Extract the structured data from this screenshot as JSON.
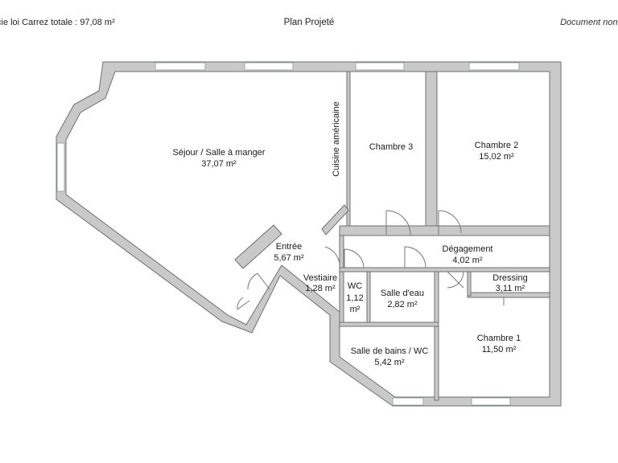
{
  "header": {
    "surface_total": "cie loi Carrez totale :  97,08 m²",
    "title": "Plan Projeté",
    "disclaimer": "Document non cor"
  },
  "rooms": [
    {
      "name": "Séjour / Salle à manger",
      "area": "37,07 m²"
    },
    {
      "name": "Cuisine américaine"
    },
    {
      "name": "Chambre 3"
    },
    {
      "name": "Chambre 2",
      "area": "15,02 m²"
    },
    {
      "name": "Entrée",
      "area": "5,67 m²"
    },
    {
      "name": "Dégagement",
      "area": "4,02 m²"
    },
    {
      "name": "Vestiaire",
      "area": "1,28 m²"
    },
    {
      "name": "WC",
      "area_lines": [
        "1,12",
        "m²"
      ]
    },
    {
      "name": "Salle d'eau",
      "area": "2,82 m²"
    },
    {
      "name": "Dressing",
      "area": "3,11 m²"
    },
    {
      "name": "Chambre 1",
      "area": "11,50 m²"
    },
    {
      "name": "Salle de bains / WC",
      "area": "5,42 m²"
    }
  ],
  "colors": {
    "wall_fill": "#c9c9c9",
    "wall_stroke": "#6f6f6f",
    "window": "#9aa7ad",
    "door_arc": "#777777"
  }
}
